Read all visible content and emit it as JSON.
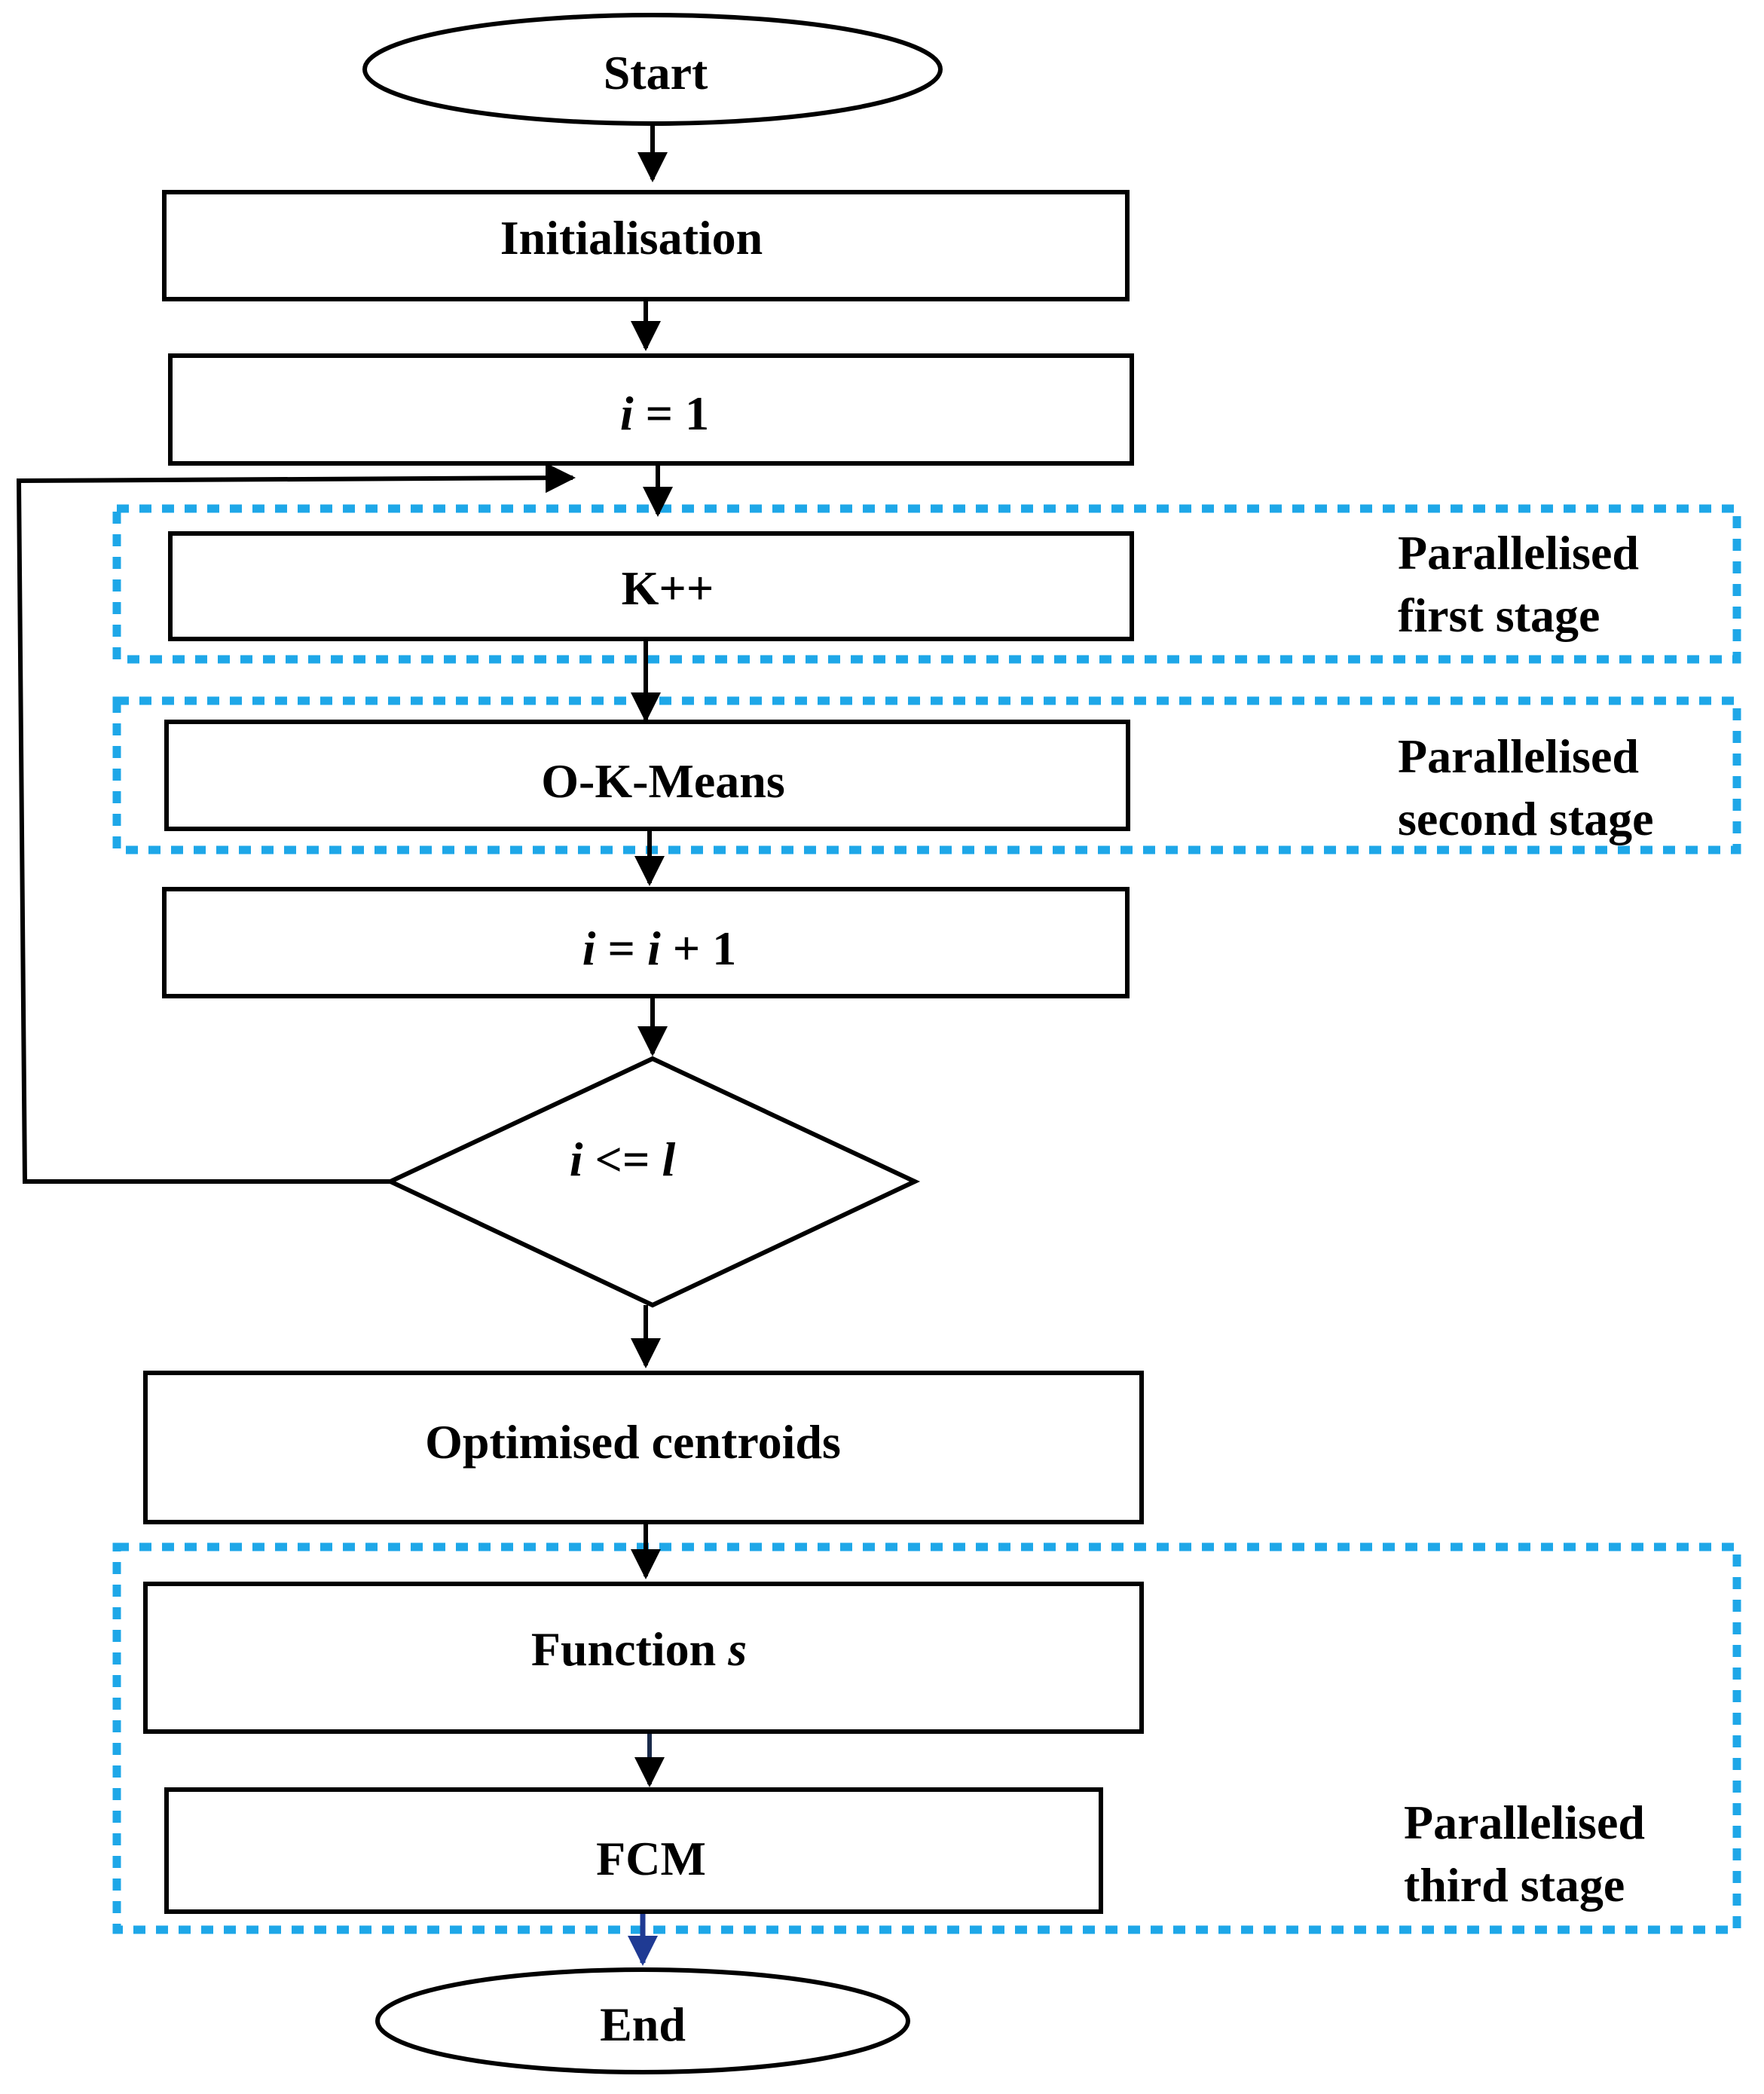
{
  "colors": {
    "stroke": "#000000",
    "stage_border": "#1ea7e8",
    "fcm_arrow": "#1f3a93"
  },
  "nodes": {
    "start": {
      "label": "Start"
    },
    "init": {
      "label": "Initialisation"
    },
    "i_init": {
      "var": "i",
      "rest": " = 1"
    },
    "kpp": {
      "label": "K++"
    },
    "okmeans": {
      "label": "O-K-Means"
    },
    "increment": {
      "var1": "i",
      "mid": " = ",
      "var2": "i",
      "rest": " + 1"
    },
    "decision": {
      "var": "i",
      "op": " <= ",
      "bound": "l"
    },
    "optimised": {
      "label": "Optimised centroids"
    },
    "function_s": {
      "label": "Function ",
      "var": "s"
    },
    "fcm": {
      "label": "FCM"
    },
    "end": {
      "label": "End"
    }
  },
  "stages": {
    "first": {
      "line1": "Parallelised",
      "line2": "first stage"
    },
    "second": {
      "line1": "Parallelised",
      "line2": "second stage"
    },
    "third": {
      "line1": "Parallelised",
      "line2": "third stage"
    }
  }
}
